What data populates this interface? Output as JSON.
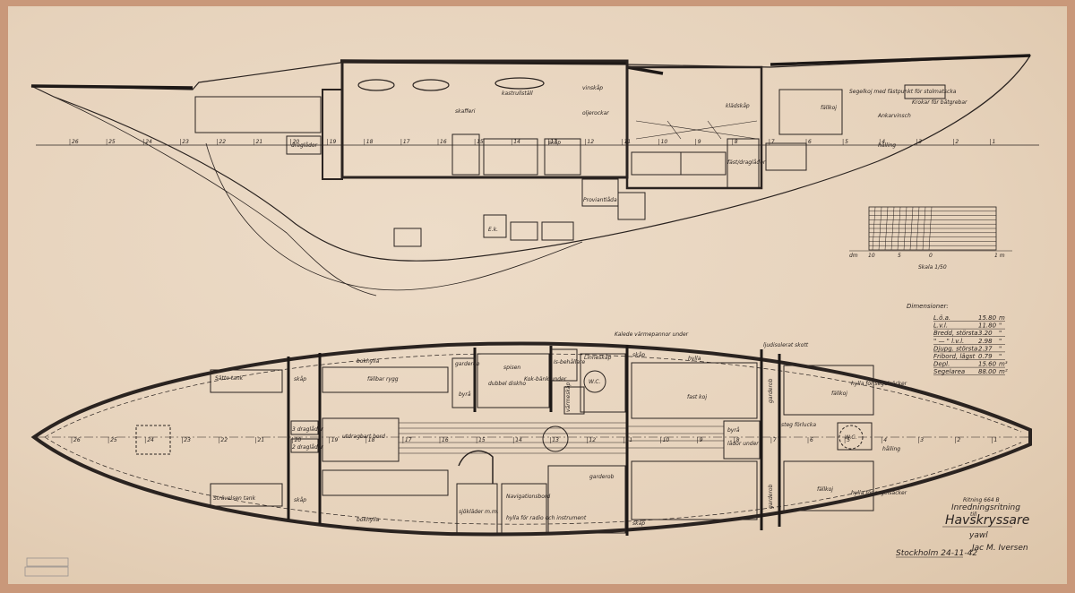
{
  "drawing": {
    "stations": [
      "26",
      "25",
      "24",
      "23",
      "22",
      "21",
      "20",
      "19",
      "18",
      "17",
      "16",
      "15",
      "14",
      "13",
      "12",
      "11",
      "10",
      "9",
      "8",
      "7",
      "6",
      "5",
      "4",
      "3",
      "2",
      "1"
    ],
    "profile_labels": {
      "draglador": "draglådor",
      "roder": "roder",
      "kastrull": "kastrullställ",
      "vinskap": "vinskåp",
      "skafferi": "skafferi",
      "skapsk": "skåp",
      "oljeroCkar": "oljerockar",
      "proviant": "Proviantlåda",
      "kladskap": "klädskåp",
      "kastlader": "fäst/draglådor",
      "fallkoj": "fällkoj",
      "segelkoj": "Segelkoj med fästpunkt för stolmatscka",
      "krokar": "Krokar för båtgrebar",
      "ankare": "Ankarvinsch",
      "halling": "hålling",
      "ek": "E.k."
    },
    "plan_labels": {
      "satte_tank": "Sätte tank",
      "skap1": "skåp",
      "skap2": "skåp",
      "skap3": "skåp",
      "skap4": "skåp",
      "draglador1": "3 draglådor",
      "draglador2": "2 draglådor",
      "bokhylla1": "bokhylla",
      "bokhylla2": "bokhylla",
      "fallbar_rygg": "fällbar rygg",
      "utdragbart_bord": "utdragbart bord",
      "garderob1": "garderob",
      "garderob2": "garderob",
      "garderob3": "garderob",
      "garderob4": "garderob",
      "byra1": "byrå",
      "byra2": "byrå",
      "lador_under": "lådor under",
      "dubbel_diskho": "dubbel diskho",
      "kok_bank": "Kok-bänk under",
      "spisen": "spisen",
      "isbehallare": "Is-behållare",
      "varmeskap": "värmeskåp",
      "linneskap": "Linneskåp",
      "wc1": "W.C.",
      "wc2": "W.C.",
      "kalede": "Kalede värmepannor under",
      "ljudisolerat": "ljudisolerat skott",
      "hylla": "hylla",
      "fast_koj": "fast koj",
      "fallkoj1": "fällkoj",
      "fallkoj2": "fällkoj",
      "hylla_segel1": "hylla för segelsäcker",
      "hylla_segel2": "hylla för segelsäcker",
      "steg": "steg förluckа",
      "halling": "hålling",
      "navigation": "Navigationsbord",
      "sjokladar": "sjökläder m.m.",
      "hylla_radio": "hylla för radio och instrument",
      "stravlan": "Strävelsen tank"
    }
  },
  "dimensions": {
    "heading": "Dimensioner:",
    "rows": [
      {
        "label": "L.ö.a.",
        "value": "15.80",
        "unit": "m"
      },
      {
        "label": "L.v.l.",
        "value": "11.80",
        "unit": "\""
      },
      {
        "label": "Bredd, största",
        "value": "3.20",
        "unit": "\""
      },
      {
        "label": "\" — \" l.v.l.",
        "value": "2.98",
        "unit": "\""
      },
      {
        "label": "Djupg. största",
        "value": "2.37",
        "unit": "\""
      },
      {
        "label": "Fribord, lägst",
        "value": "0.79",
        "unit": "\""
      },
      {
        "label": "Depl.",
        "value": "15.60",
        "unit": "m³"
      },
      {
        "label": "Segelarea",
        "value": "88.00",
        "unit": "m²"
      }
    ]
  },
  "scale": {
    "left_unit": "dm",
    "ticks": [
      "10",
      "5",
      "0"
    ],
    "right_unit": "1 m",
    "caption": "Skala 1/50"
  },
  "title_block": {
    "number": "Ritning 664 B",
    "line1": "Inredningsritning",
    "line2": "till",
    "line3": "Havskryssare",
    "line4": "yawl",
    "place_date": "Stockholm 24-11-42",
    "signature": "Jac M. Iversen"
  },
  "colors": {
    "paper": "#e6d2bb",
    "ink": "#2a2320",
    "border": "#c9987a"
  }
}
